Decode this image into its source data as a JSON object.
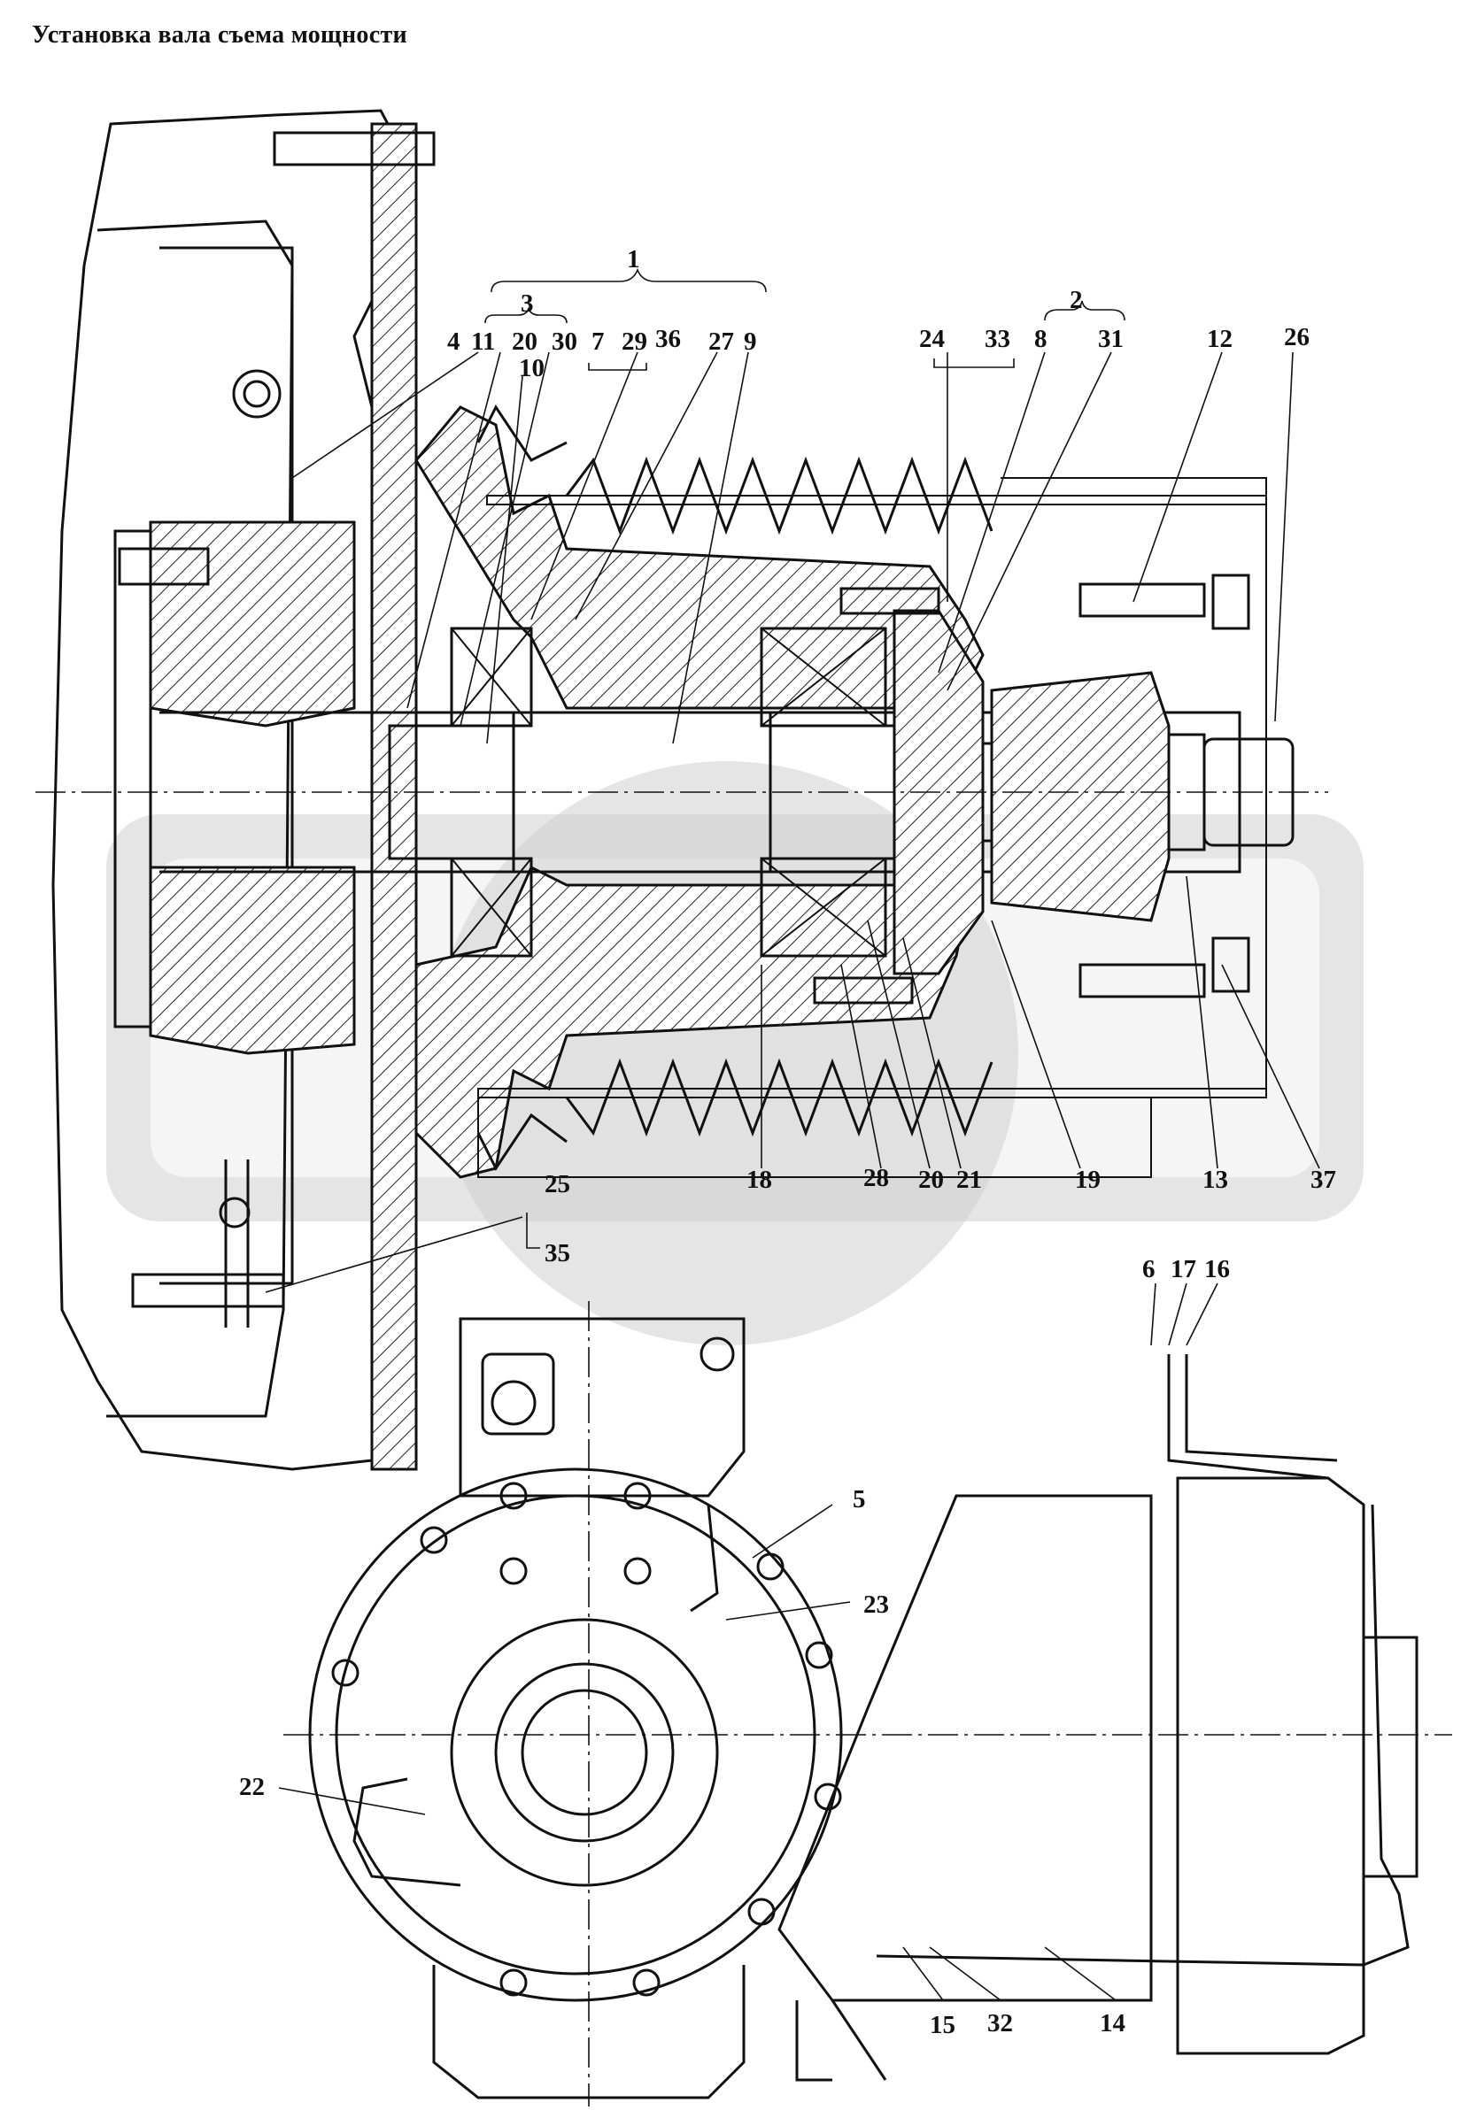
{
  "title": "Установка вала съема мощности",
  "callouts": [
    {
      "id": "1",
      "text": "1"
    },
    {
      "id": "2",
      "text": "2"
    },
    {
      "id": "3",
      "text": "3"
    },
    {
      "id": "4",
      "text": "4"
    },
    {
      "id": "11",
      "text": "11"
    },
    {
      "id": "20a",
      "text": "20"
    },
    {
      "id": "30",
      "text": "30"
    },
    {
      "id": "10",
      "text": "10"
    },
    {
      "id": "7",
      "text": "7"
    },
    {
      "id": "29",
      "text": "29"
    },
    {
      "id": "36",
      "text": "36"
    },
    {
      "id": "27",
      "text": "27"
    },
    {
      "id": "9",
      "text": "9"
    },
    {
      "id": "24",
      "text": "24"
    },
    {
      "id": "33",
      "text": "33"
    },
    {
      "id": "8",
      "text": "8"
    },
    {
      "id": "31",
      "text": "31"
    },
    {
      "id": "12",
      "text": "12"
    },
    {
      "id": "26",
      "text": "26"
    },
    {
      "id": "25",
      "text": "25"
    },
    {
      "id": "35",
      "text": "35"
    },
    {
      "id": "18",
      "text": "18"
    },
    {
      "id": "28",
      "text": "28"
    },
    {
      "id": "20b",
      "text": "20"
    },
    {
      "id": "21",
      "text": "21"
    },
    {
      "id": "19",
      "text": "19"
    },
    {
      "id": "13",
      "text": "13"
    },
    {
      "id": "37",
      "text": "37"
    },
    {
      "id": "6",
      "text": "6"
    },
    {
      "id": "17",
      "text": "17"
    },
    {
      "id": "16",
      "text": "16"
    },
    {
      "id": "5",
      "text": "5"
    },
    {
      "id": "23",
      "text": "23"
    },
    {
      "id": "22",
      "text": "22"
    },
    {
      "id": "15",
      "text": "15"
    },
    {
      "id": "32",
      "text": "32"
    },
    {
      "id": "14",
      "text": "14"
    }
  ]
}
